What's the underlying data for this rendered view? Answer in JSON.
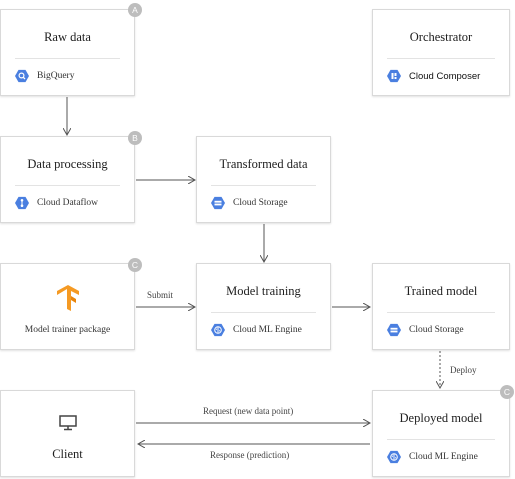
{
  "cards": {
    "raw_data": {
      "title": "Raw data",
      "service": "BigQuery",
      "badge": "A"
    },
    "orchestrator": {
      "title": "Orchestrator",
      "service": "Cloud Composer"
    },
    "data_processing": {
      "title": "Data processing",
      "service": "Cloud Dataflow",
      "badge": "B"
    },
    "transformed_data": {
      "title": "Transformed data",
      "service": "Cloud Storage"
    },
    "model_trainer": {
      "caption": "Model trainer package",
      "badge": "C"
    },
    "model_training": {
      "title": "Model training",
      "service": "Cloud ML Engine"
    },
    "trained_model": {
      "title": "Trained model",
      "service": "Cloud Storage"
    },
    "client": {
      "title": "Client"
    },
    "deployed_model": {
      "title": "Deployed model",
      "service": "Cloud ML Engine",
      "badge": "C"
    }
  },
  "edges": {
    "submit": "Submit",
    "deploy": "Deploy",
    "request": "Request (new data point)",
    "response": "Response (prediction)"
  },
  "colors": {
    "service_hex": "#4a7fe0",
    "tensorflow_orange": "#f59a23",
    "arrow": "#555555",
    "badge": "#bdbdbd"
  },
  "icons": {
    "bigquery": "magnifier-icon",
    "composer": "composer-icon",
    "dataflow": "dataflow-icon",
    "storage": "storage-icon",
    "ml_engine": "brain-icon",
    "tensorflow": "tensorflow-logo",
    "client": "monitor-icon"
  }
}
